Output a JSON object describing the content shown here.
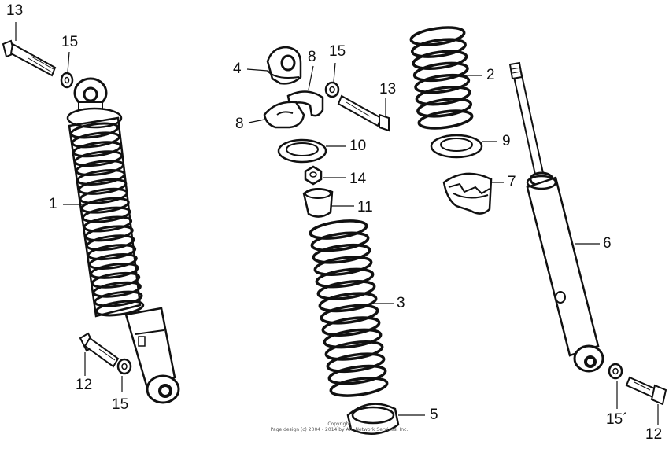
{
  "callouts": [
    {
      "id": "c13a",
      "text": "13"
    },
    {
      "id": "c15a",
      "text": "15"
    },
    {
      "id": "c1",
      "text": "1"
    },
    {
      "id": "c12a",
      "text": "12"
    },
    {
      "id": "c15b",
      "text": "15"
    },
    {
      "id": "c4",
      "text": "4"
    },
    {
      "id": "c8a",
      "text": "8"
    },
    {
      "id": "c15c",
      "text": "15"
    },
    {
      "id": "c13b",
      "text": "13"
    },
    {
      "id": "c8b",
      "text": "8"
    },
    {
      "id": "c10",
      "text": "10"
    },
    {
      "id": "c14",
      "text": "14"
    },
    {
      "id": "c11",
      "text": "11"
    },
    {
      "id": "c3",
      "text": "3"
    },
    {
      "id": "c5",
      "text": "5"
    },
    {
      "id": "c2",
      "text": "2"
    },
    {
      "id": "c9",
      "text": "9"
    },
    {
      "id": "c7",
      "text": "7"
    },
    {
      "id": "c6",
      "text": "6"
    },
    {
      "id": "c15d",
      "text": "15´"
    },
    {
      "id": "c12b",
      "text": "12"
    }
  ],
  "copyright": {
    "line1": "Copyright",
    "line2": "Page design (c) 2004 - 2014 by ARI Network Services, Inc."
  }
}
